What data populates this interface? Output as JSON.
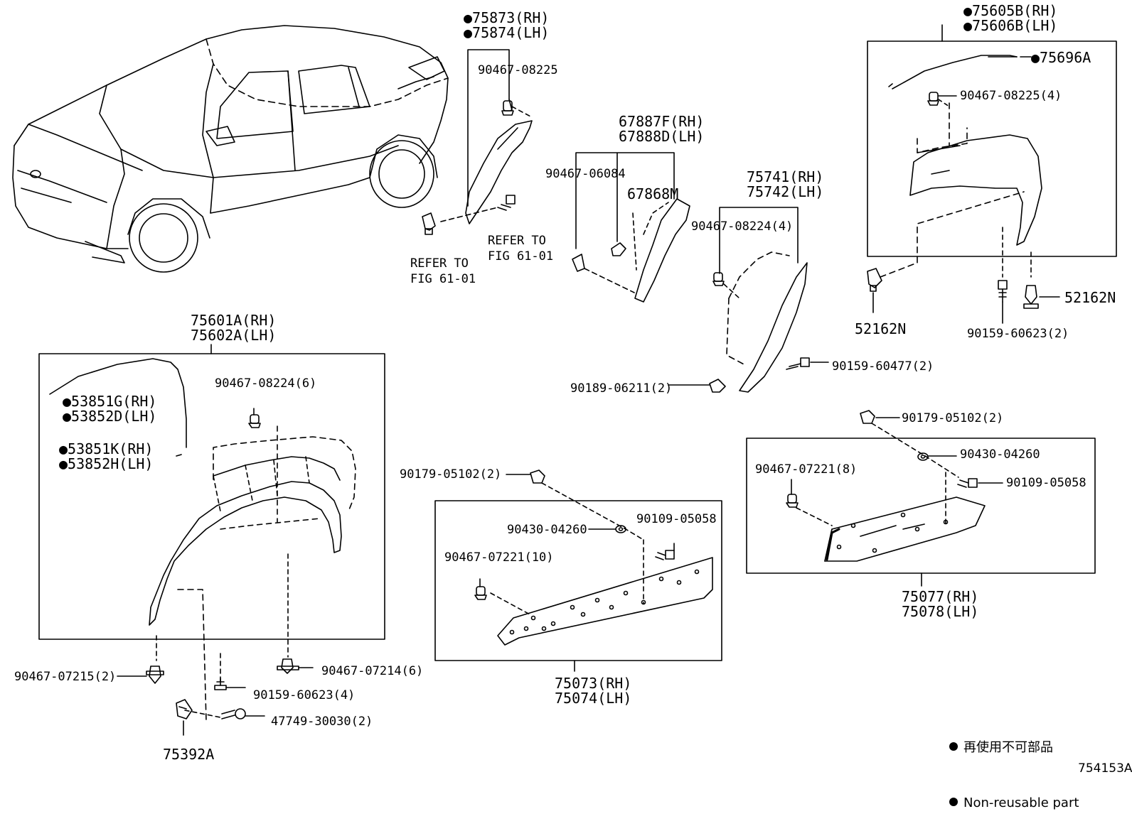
{
  "labels": {
    "p75873": "●75873(RH)",
    "p75874": "●75874(LH)",
    "p90467_08225_a": "90467-08225",
    "refer1a": "REFER TO",
    "refer1b": "FIG 61-01",
    "refer2a": "REFER TO",
    "refer2b": "FIG 61-01",
    "p67887f": "67887F(RH)",
    "p67888d": "67888D(LH)",
    "p90467_06084": "90467-06084",
    "p67868m": "67868M",
    "p75741": "75741(RH)",
    "p75742": "75742(LH)",
    "p90467_08224_4": "90467-08224(4)",
    "p90159_60477": "90159-60477(2)",
    "p90189_06211": "90189-06211(2)",
    "p75605b": "●75605B(RH)",
    "p75606b": "●75606B(LH)",
    "p75696a": "●75696A",
    "p90467_08225_4": "90467-08225(4)",
    "p52162n_a": "52162N",
    "p52162n_b": "52162N",
    "p90159_60623_2": "90159-60623(2)",
    "p75601a": "75601A(RH)",
    "p75602a": "75602A(LH)",
    "p53851g": "●53851G(RH)",
    "p53852d": "●53852D(LH)",
    "p53851k": "●53851K(RH)",
    "p53852h": "●53852H(LH)",
    "p90467_08224_6": "90467-08224(6)",
    "p90467_07215": "90467-07215(2)",
    "p90467_07214": "90467-07214(6)",
    "p90159_60623_4": "90159-60623(4)",
    "p47749": "47749-30030(2)",
    "p75392a": "75392A",
    "p90179_05102_a": "90179-05102(2)",
    "p90430_04260_a": "90430-04260",
    "p90109_05058_a": "90109-05058",
    "p90467_07221_10": "90467-07221(10)",
    "p75073": "75073(RH)",
    "p75074": "75074(LH)",
    "p90179_05102_b": "90179-05102(2)",
    "p90430_04260_b": "90430-04260",
    "p90109_05058_b": "90109-05058",
    "p90467_07221_8": "90467-07221(8)",
    "p75077": "75077(RH)",
    "p75078": "75078(LH)"
  },
  "legend": {
    "line1": "再使用不可部品",
    "line2": "Non-reusable part"
  },
  "figure_code": "754153A"
}
